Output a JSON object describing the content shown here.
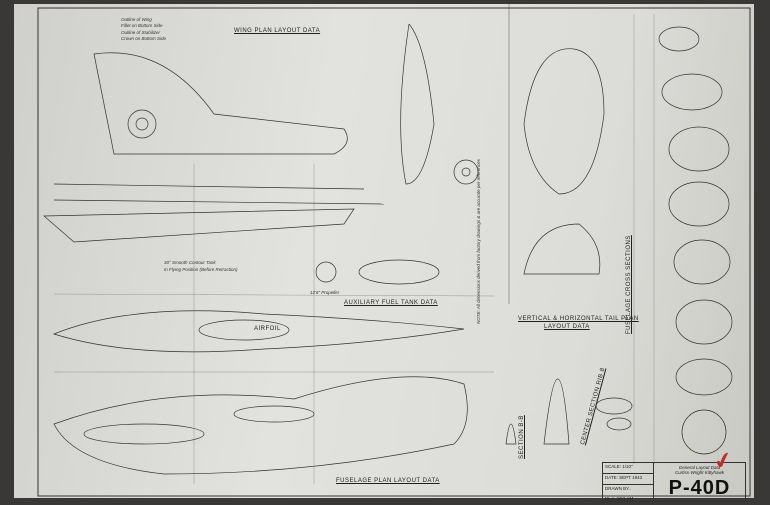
{
  "labels": {
    "wing_plan": "WING PLAN LAYOUT DATA",
    "aux_fuel": "AUXILIARY FUEL TANK DATA",
    "tail_plan_1": "VERTICAL & HORIZONTAL TAIL PLAN",
    "tail_plan_2": "LAYOUT DATA",
    "fuselage_plan": "FUSELAGE PLAN LAYOUT DATA",
    "cross_sections": "FUSELAGE CROSS SECTIONS",
    "airfoil": "AIRFOIL",
    "section_bb": "SECTION B-B",
    "center_section": "CENTER SECTION RIB 8"
  },
  "notes": {
    "fillet_1": "Outline of Wing",
    "fillet_2": "Fillet on Bottom Side",
    "fillet_3": "Outline of Stabilizer",
    "fillet_4": "Crown on Bottom Side",
    "smooth": "30° Smooth Contour Tank",
    "flying": "In Flying Position (Before Retraction)",
    "propeller": "12'6\" Propeller",
    "note_side": "NOTE: All dimensions derived from factory drawings & are accurate per references"
  },
  "title_block": {
    "scale": "SCALE: 1/10\"",
    "date": "DATE: SEPT 1943",
    "drawn_by": "DRAWN BY..",
    "drafter": "W. A. WYLAM",
    "desc_1": "General Layout Data",
    "desc_2": "Curtiss-Wright Kittyhawk",
    "model": "P-40D"
  },
  "colors": {
    "ink": "#222222",
    "paper": "#dcdcd8",
    "check": "#c0302a"
  }
}
